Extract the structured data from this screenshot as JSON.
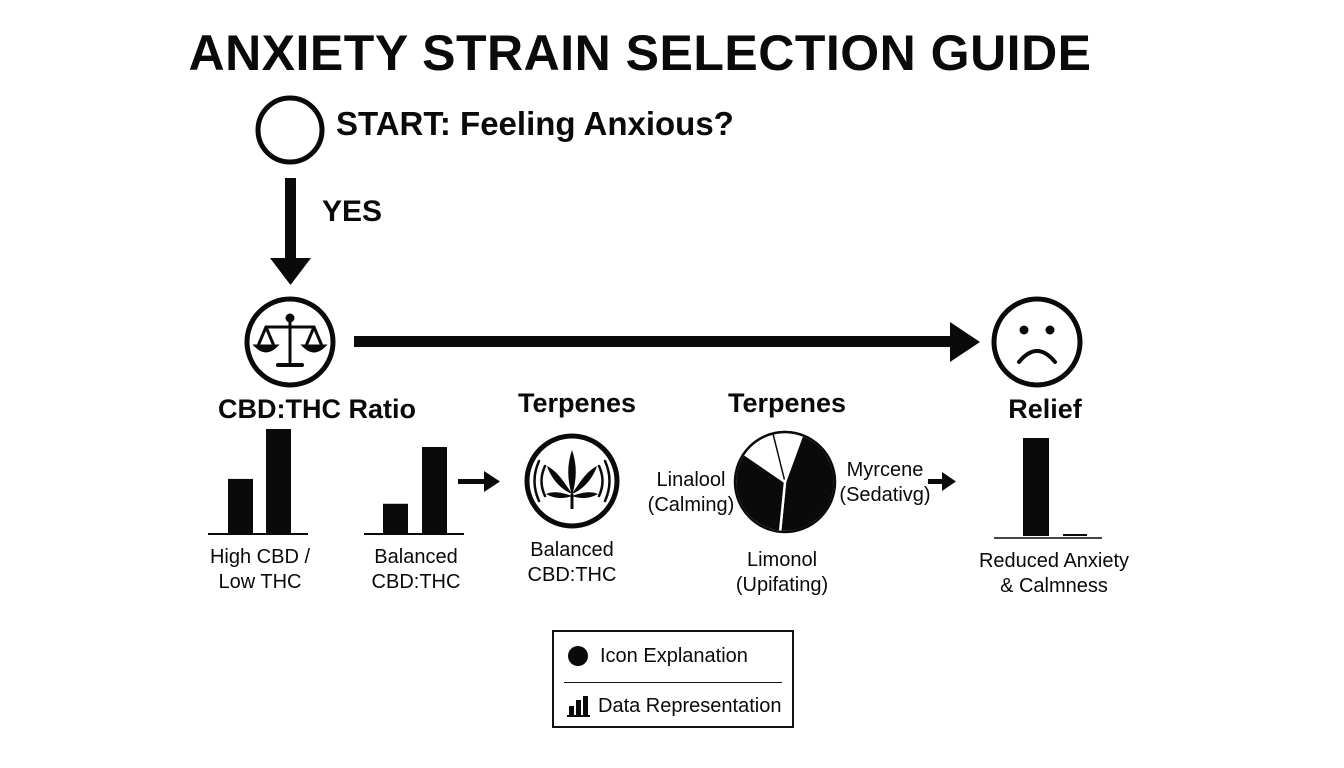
{
  "title": "ANXIETY STRAIN SELECTION GUIDE",
  "start": {
    "label": "START: Feeling Anxious?"
  },
  "yes_label": "YES",
  "ratio_node": {
    "label": "CBD:THC Ratio",
    "icon": "balance-scale-icon"
  },
  "relief_node": {
    "label": "Relief",
    "icon": "frowning-face-icon"
  },
  "ratio_options": [
    {
      "label_line1": "High CBD /",
      "label_line2": "Low THC",
      "bars": [
        {
          "series": "CBD",
          "value": 0.52
        },
        {
          "series": "THC",
          "value": 1.0
        }
      ]
    },
    {
      "label_line1": "Balanced",
      "label_line2": "CBD:THC",
      "bars": [
        {
          "series": "CBD",
          "value": 0.34
        },
        {
          "series": "THC",
          "value": 1.0
        }
      ]
    }
  ],
  "terpenes_icon_node": {
    "heading": "Terpenes",
    "label_line1": "Balanced",
    "label_line2": "CBD:THC",
    "icon": "cannabis-leaf-icon"
  },
  "terpenes_pie": {
    "heading": "Terpenes",
    "slices": [
      {
        "label_line1": "Linalool",
        "label_line2": "(Calming)",
        "share": 0.21
      },
      {
        "label_line1": "Myrcene",
        "label_line2": "(Sedativg)",
        "share": 0.46
      },
      {
        "label_line1": "Limonol",
        "label_line2": "(Upifating)",
        "share": 0.33
      }
    ]
  },
  "outcome": {
    "label_line1": "Reduced Anxiety",
    "label_line2": "& Calmness",
    "bars": [
      {
        "value": 1.0
      },
      {
        "value": 0.02
      }
    ]
  },
  "legend": {
    "item1": "Icon Explanation",
    "item2": "Data Representation",
    "icon1": "filled-circle-icon",
    "icon2": "bar-chart-icon"
  },
  "colors": {
    "ink": "#0a0a0a",
    "background": "#ffffff"
  }
}
